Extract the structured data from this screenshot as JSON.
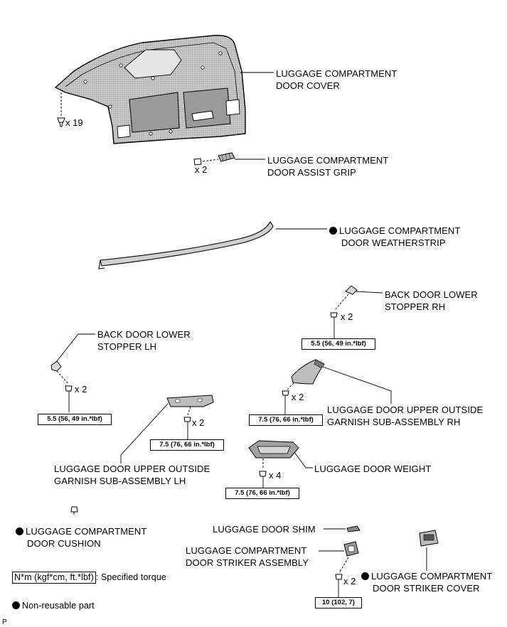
{
  "parts": {
    "door_cover": {
      "line1": "LUGGAGE COMPARTMENT",
      "line2": "DOOR COVER",
      "qty": "x 19"
    },
    "assist_grip": {
      "line1": "LUGGAGE COMPARTMENT",
      "line2": "DOOR ASSIST GRIP",
      "qty": "x 2"
    },
    "weatherstrip": {
      "line1": "LUGGAGE COMPARTMENT",
      "line2": "DOOR WEATHERSTRIP"
    },
    "stopper_rh": {
      "line1": "BACK DOOR LOWER",
      "line2": "STOPPER RH",
      "qty": "x 2",
      "torque": "5.5 (56, 49 in.*lbf)"
    },
    "stopper_lh": {
      "line1": "BACK DOOR LOWER",
      "line2": "STOPPER LH",
      "qty": "x 2",
      "torque": "5.5 (56, 49 in.*lbf)"
    },
    "garnish_rh": {
      "line1": "LUGGAGE DOOR UPPER OUTSIDE",
      "line2": "GARNISH SUB-ASSEMBLY RH",
      "qty": "x 2",
      "torque": "7.5 (76, 66 in.*lbf)"
    },
    "garnish_lh": {
      "line1": "LUGGAGE DOOR UPPER OUTSIDE",
      "line2": "GARNISH SUB-ASSEMBLY LH",
      "qty": "x 2",
      "torque": "7.5 (76, 66 in.*lbf)"
    },
    "door_weight": {
      "line1": "LUGGAGE DOOR WEIGHT",
      "qty": "x 4",
      "torque": "7.5 (76, 66 in.*lbf)"
    },
    "cushion": {
      "line1": "LUGGAGE COMPARTMENT",
      "line2": "DOOR CUSHION"
    },
    "shim": {
      "line1": "LUGGAGE DOOR SHIM"
    },
    "striker": {
      "line1": "LUGGAGE COMPARTMENT",
      "line2": "DOOR STRIKER ASSEMBLY",
      "qty": "x 2",
      "torque": "10 (102, 7)"
    },
    "striker_cover": {
      "line1": "LUGGAGE COMPARTMENT",
      "line2": "DOOR STRIKER COVER"
    }
  },
  "legend": {
    "unit": "N*m (kgf*cm, ft.*lbf)",
    "unit_desc": ": Specified torque",
    "non_reusable": "Non-reusable part"
  },
  "corner_mark": "P"
}
